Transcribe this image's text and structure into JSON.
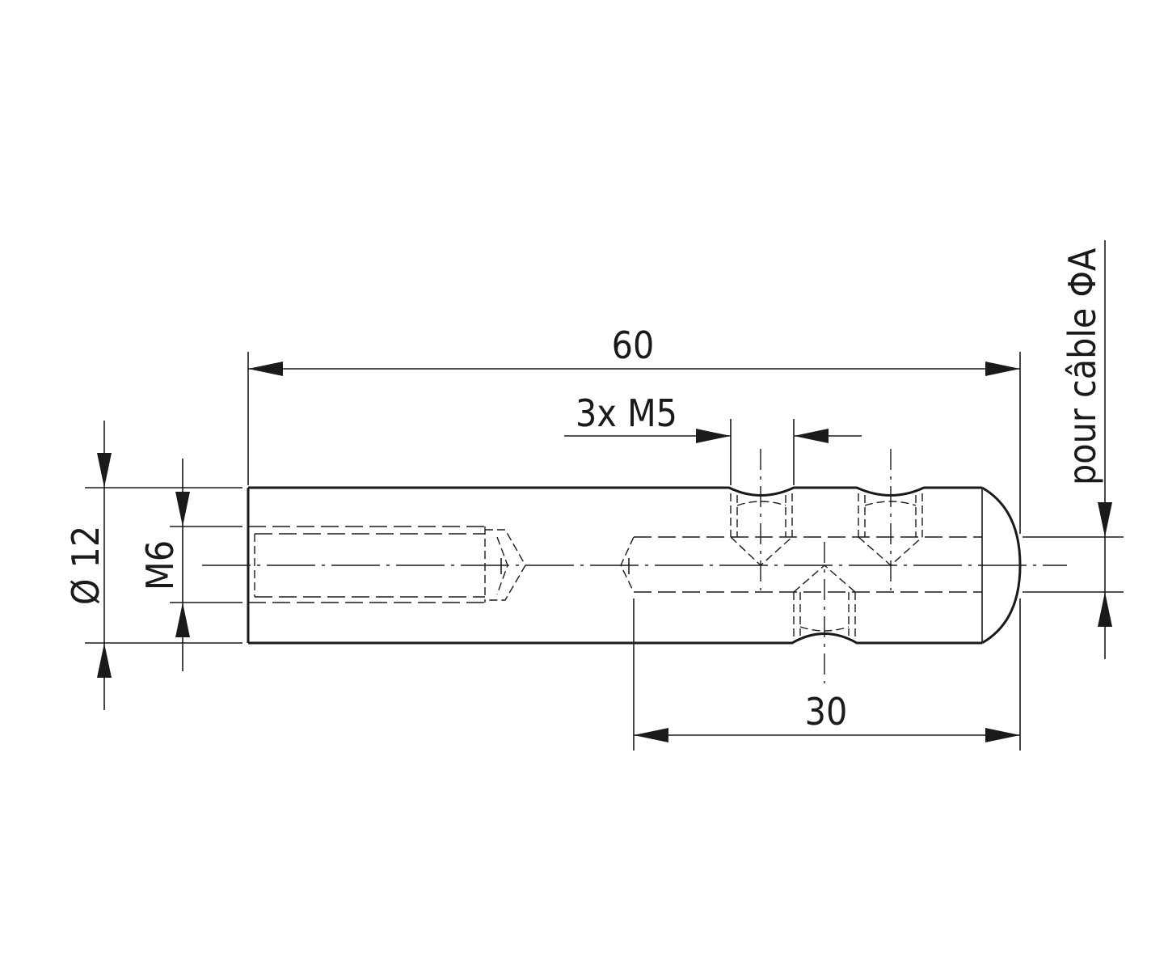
{
  "drawing": {
    "dim_length_total": "60",
    "dim_length_partial": "30",
    "dim_diameter": "Ø 12",
    "dim_thread_end": "M6",
    "dim_thread_cross": "3x M5",
    "note_cable": "pour câble ΦA"
  }
}
